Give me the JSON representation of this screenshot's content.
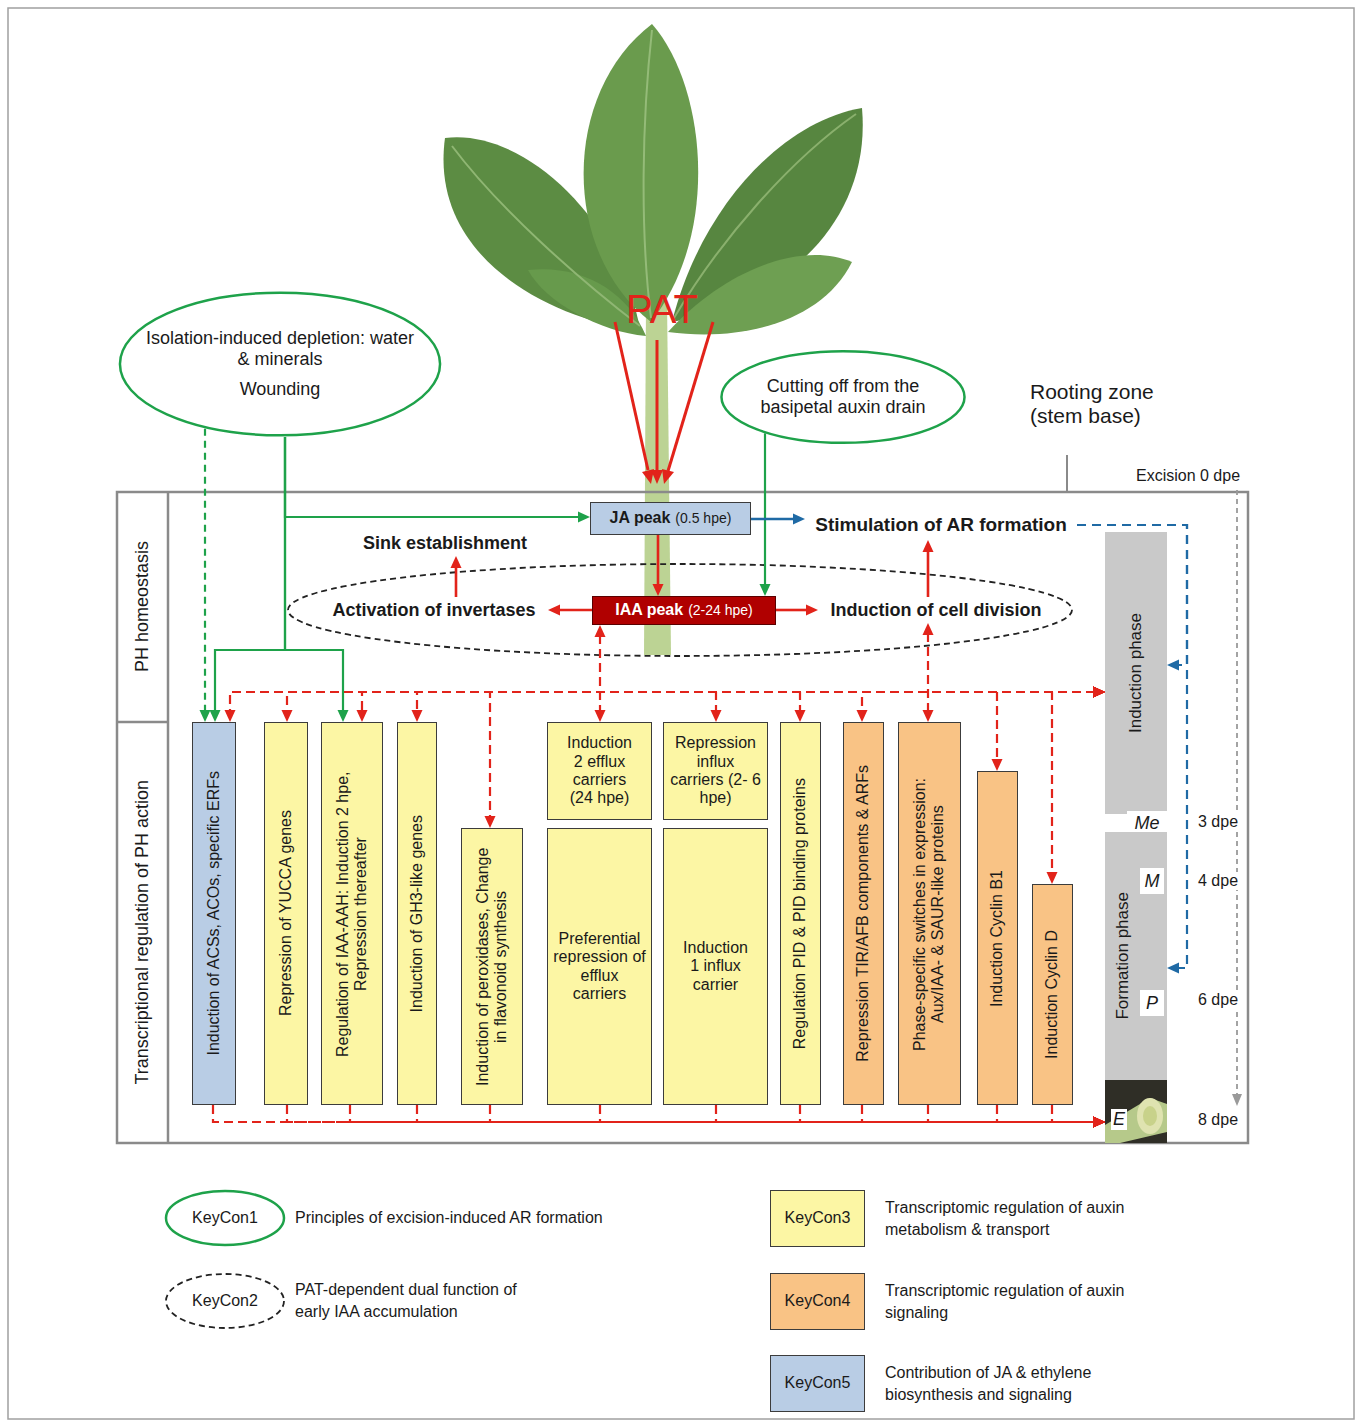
{
  "diagram": {
    "nodes": [
      {
        "text": [
          "Isolation-induced depletion: water & minerals",
          "Wounding"
        ]
      },
      {
        "text": [
          "Cutting off from the basipetal auxin drain"
        ]
      },
      {
        "text": [
          "PH homeostasis"
        ]
      },
      {
        "text": [
          "Transcriptional regulation of PH action"
        ]
      },
      {
        "text": [
          "JA peak",
          "(0.5 hpe)"
        ]
      },
      {
        "text": [
          "Stimulation of AR formation"
        ]
      },
      {
        "text": [
          "Sink establishment"
        ]
      },
      {
        "text": [
          "Activation of invertases"
        ]
      },
      {
        "text": [
          "IAA peak",
          "(2-24 hpe)"
        ]
      },
      {
        "text": [
          "Induction of cell division"
        ]
      },
      {
        "text": [
          "Induction phase"
        ]
      },
      {
        "text": [
          "Me"
        ]
      },
      {
        "text": [
          "Formation phase"
        ]
      },
      {
        "text": [
          "M"
        ],
        "in": 12
      },
      {
        "text": [
          "P"
        ],
        "in": 12
      },
      {
        "text": [
          "Induction of ACSs, ACOs, specific ERFs"
        ]
      },
      {
        "text": [
          "Repression of YUCCA genes"
        ]
      },
      {
        "text": [
          "Regulation of IAA-AAH: Induction 2 hpe, Repression thereafter"
        ]
      },
      {
        "text": [
          "Induction of GH3-like genes"
        ]
      },
      {
        "text": [
          "Induction of peroxidases, Change in flavonoid synthesis"
        ]
      },
      {
        "text": [
          "Induction 2 efflux carriers (24 hpe)"
        ]
      },
      {
        "text": [
          "Preferential repression of efflux carriers"
        ]
      },
      {
        "text": [
          "Repression influx carriers (2- 6 hpe)"
        ]
      },
      {
        "text": [
          "Induction 1 influx carrier"
        ]
      },
      {
        "text": [
          "Regulation PID & PID binding proteins"
        ]
      },
      {
        "text": [
          "Repression TIR/AFB components & ARFs"
        ]
      },
      {
        "text": [
          "Phase-specific switches in expression: Aux/IAA- & SAUR-like proteins"
        ]
      },
      {
        "text": [
          "Induction Cyclin B1"
        ]
      },
      {
        "text": [
          "Induction Cyclin D"
        ]
      }
    ],
    "edges": [
      {
        "from": 0,
        "to": 4,
        "arrow": "to"
      },
      {
        "from": 0,
        "to": 15,
        "arrow": "to"
      },
      {
        "from": 0,
        "to": 15,
        "arrow": "to"
      },
      {
        "from": 0,
        "to": 17,
        "arrow": "to"
      },
      {
        "from": 1,
        "to": 8,
        "arrow": "to"
      },
      {
        "from": 4,
        "to": 8,
        "arrow": "to"
      },
      {
        "from": 4,
        "to": 5,
        "arrow": "to"
      },
      {
        "from": 8,
        "to": 7,
        "arrow": "to"
      },
      {
        "from": 8,
        "to": 9,
        "arrow": "to"
      },
      {
        "from": 7,
        "to": 6,
        "arrow": "to"
      },
      {
        "from": 9,
        "to": 5,
        "arrow": "to"
      },
      {
        "from": 5,
        "to": 10,
        "arrow": "to"
      },
      {
        "from": 5,
        "to": 12,
        "arrow": "to"
      },
      {
        "from": 8,
        "to": 20,
        "arrow": "both"
      },
      {
        "from": 9,
        "to": 26,
        "arrow": "both"
      },
      {
        "from": 10,
        "to": 15,
        "arrow": "both"
      },
      {
        "from": 10,
        "to": 16,
        "arrow": "both"
      },
      {
        "from": 10,
        "to": 17,
        "arrow": "both"
      },
      {
        "from": 10,
        "to": 18,
        "arrow": "both"
      },
      {
        "from": 10,
        "to": 19,
        "arrow": "both"
      },
      {
        "from": 10,
        "to": 22,
        "arrow": "both"
      },
      {
        "from": 10,
        "to": 24,
        "arrow": "both"
      },
      {
        "from": 10,
        "to": 25,
        "arrow": "both"
      },
      {
        "from": 10,
        "to": 27,
        "arrow": "both"
      },
      {
        "from": 10,
        "to": 28,
        "arrow": "both"
      },
      {
        "from": 15,
        "to": 12,
        "arrow": "to"
      },
      {
        "from": 16,
        "to": 12,
        "arrow": "to"
      },
      {
        "from": 17,
        "to": 12,
        "arrow": "to"
      },
      {
        "from": 18,
        "to": 12,
        "arrow": "to"
      },
      {
        "from": 19,
        "to": 12,
        "arrow": "to"
      },
      {
        "from": 21,
        "to": 12,
        "arrow": "to"
      },
      {
        "from": 23,
        "to": 12,
        "arrow": "to"
      },
      {
        "from": 24,
        "to": 12,
        "arrow": "to"
      },
      {
        "from": 25,
        "to": 12,
        "arrow": "to"
      },
      {
        "from": 26,
        "to": 12,
        "arrow": "to"
      },
      {
        "from": 27,
        "to": 12,
        "arrow": "to"
      },
      {
        "from": 28,
        "to": 12,
        "arrow": "to"
      }
    ],
    "labels": [
      "PAT",
      "Rooting zone (stem base)",
      "Excision 0 dpe",
      "3 dpe",
      "4 dpe",
      "6 dpe",
      "8 dpe",
      "E",
      "KeyCon1",
      "KeyCon2",
      "KeyCon3",
      "KeyCon4",
      "KeyCon5"
    ],
    "legend": [
      {
        "text": "Principles of excision-induced AR formation"
      },
      {
        "text": "PAT-dependent dual function of early IAA accumulation"
      },
      {
        "text": "Transcriptomic regulation of auxin metabolism & transport",
        "color": "#fcf6a4"
      },
      {
        "text": "Transcriptomic regulation of auxin signaling",
        "color": "#f9c385"
      },
      {
        "text": "Contribution of JA & ethylene biosynthesis and signaling",
        "color": "#b9cde5"
      }
    ]
  }
}
